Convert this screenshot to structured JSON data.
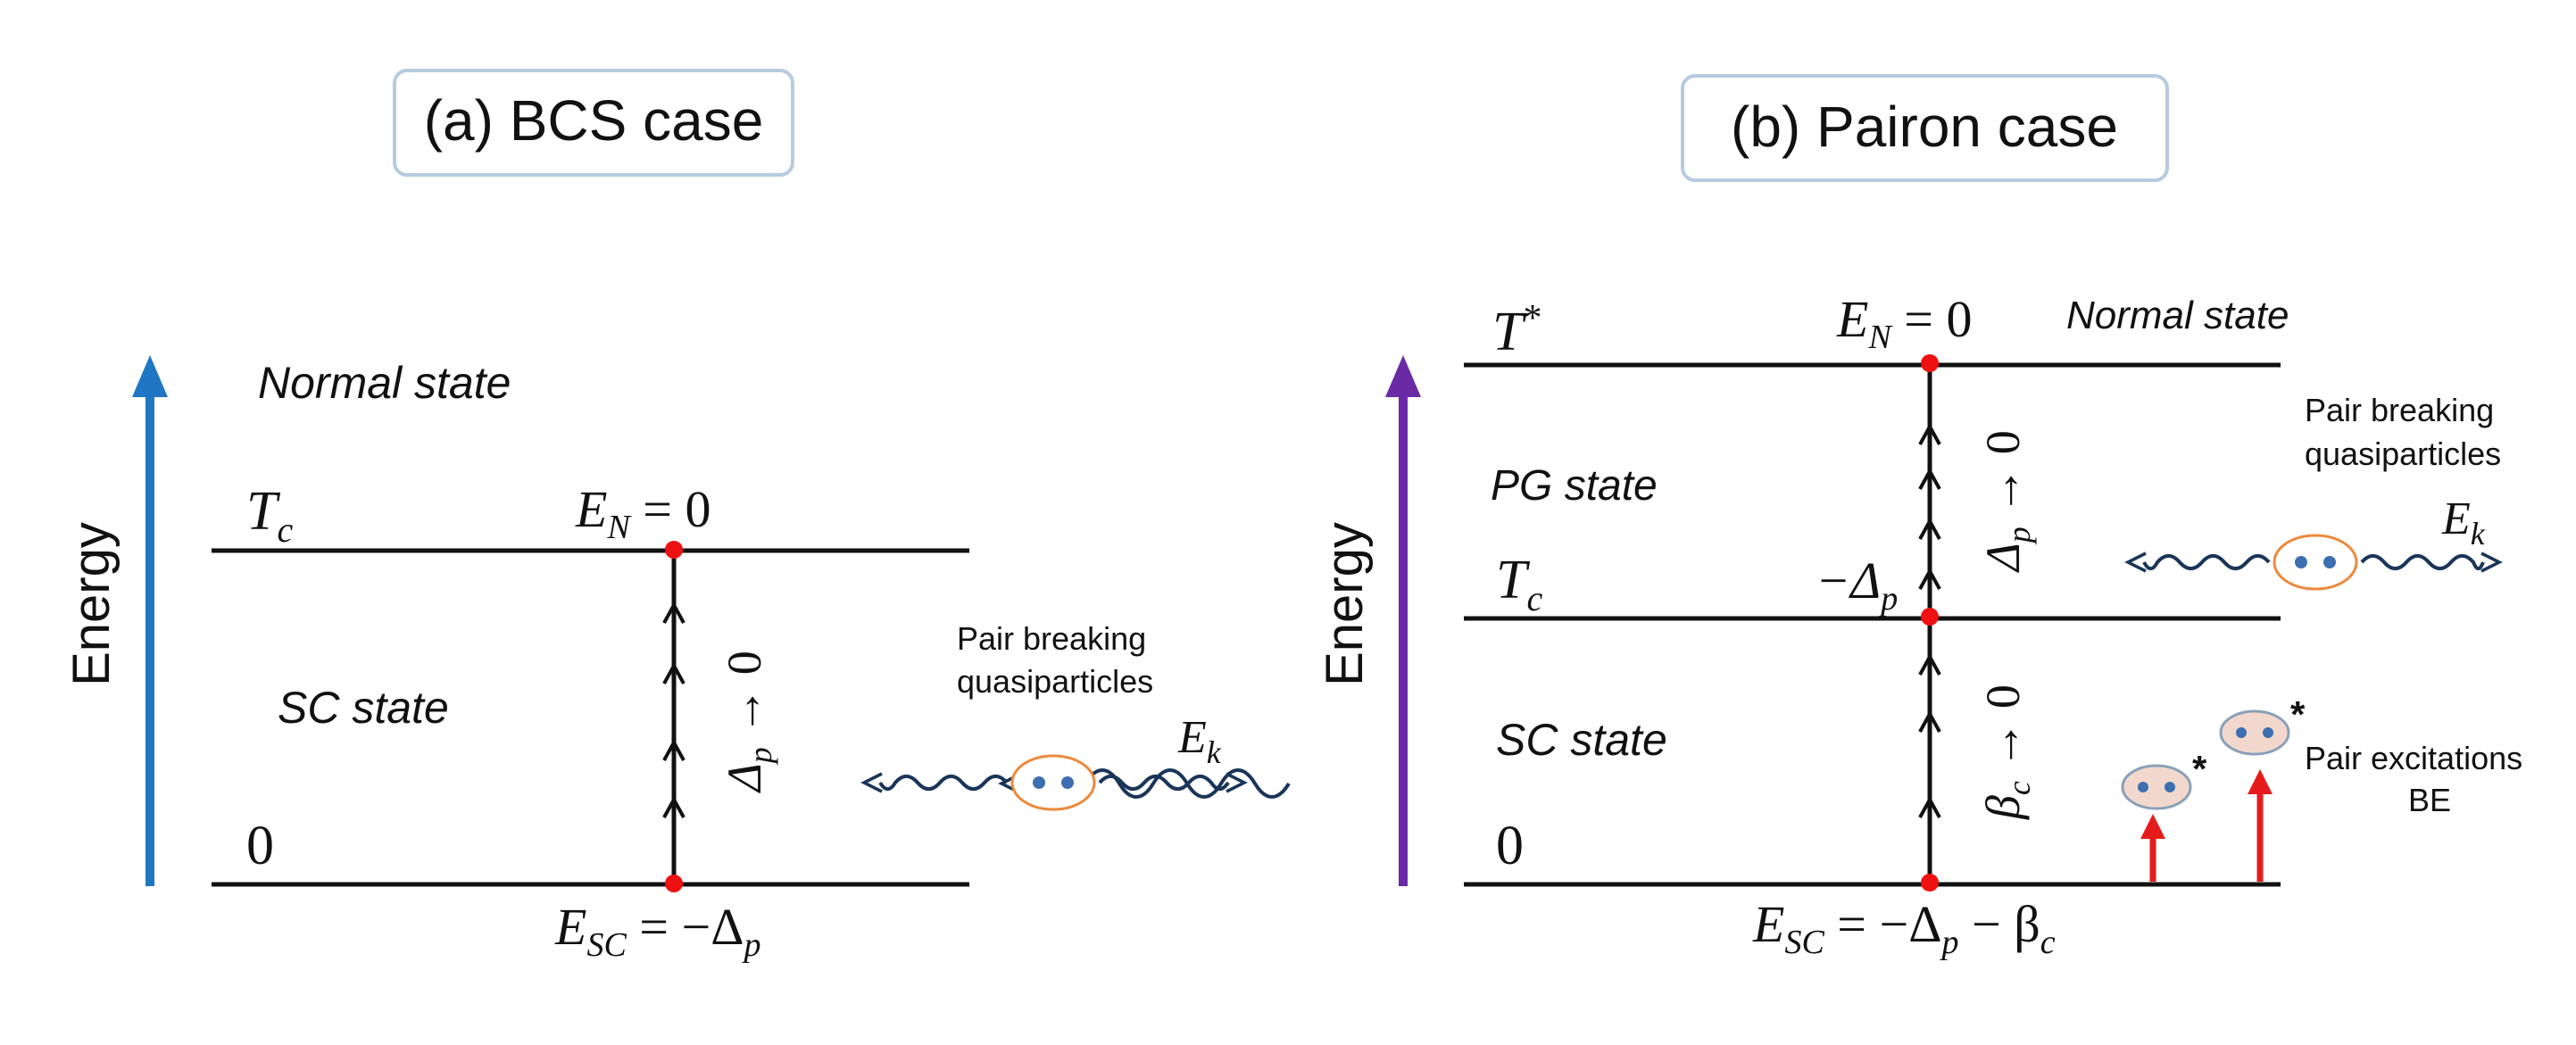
{
  "colors": {
    "axis_a": "#1f77c4",
    "axis_b": "#6a2aa6",
    "level_line": "#111111",
    "node": "#ee1111",
    "box_border": "#b7cbe0",
    "pair_fill": "#f9e4d6",
    "pair_fill_b": "#f2d8cc",
    "pair_ring": "#ec8a3c",
    "pair_ring_b": "#8aa0b8",
    "dot": "#3d6fb0",
    "wave": "#1a3558",
    "red_arrow": "#e61c1c"
  },
  "panel_a": {
    "title": "(a) BCS case",
    "axis_label": "Energy",
    "normal_state": "Normal state",
    "sc_state": "SC state",
    "level_tc": {
      "sym": "T",
      "sub": "c"
    },
    "level_zero": "0",
    "en_label": {
      "sym": "E",
      "sub": "N",
      "rest": " = 0"
    },
    "esc_label": {
      "sym": "E",
      "sub": "SC",
      "rest": " = −Δ",
      "rest_sub": "p"
    },
    "gap_label": {
      "sym": "Δ",
      "sub": "p",
      "rest": " → 0"
    },
    "pair_breaking": [
      "Pair breaking",
      "quasiparticles"
    ],
    "ek_label": {
      "sym": "E",
      "sub": "k"
    }
  },
  "panel_b": {
    "title": "(b) Pairon case",
    "axis_label": "Energy",
    "normal_state": "Normal state",
    "pg_state": "PG state",
    "sc_state": "SC state",
    "level_tstar": {
      "sym": "T",
      "sup": "*"
    },
    "level_tc": {
      "sym": "T",
      "sub": "c"
    },
    "level_zero": "0",
    "en_label": {
      "sym": "E",
      "sub": "N",
      "rest": " = 0"
    },
    "mid_label": {
      "sym": "−Δ",
      "sub": "p"
    },
    "esc_label": {
      "sym": "E",
      "sub": "SC",
      "rest": " = −Δ",
      "rest_sub": "p",
      "tail": " − β",
      "tail_sub": "c"
    },
    "gap_label": {
      "sym": "Δ",
      "sub": "p",
      "rest": " → 0"
    },
    "beta_label": {
      "sym": "β",
      "sub": "c",
      "rest": " → 0"
    },
    "pair_breaking": [
      "Pair breaking",
      "quasiparticles"
    ],
    "ek_label": {
      "sym": "E",
      "sub": "k"
    },
    "pair_excitations": [
      "Pair excitations",
      "BE"
    ],
    "star": "*"
  }
}
